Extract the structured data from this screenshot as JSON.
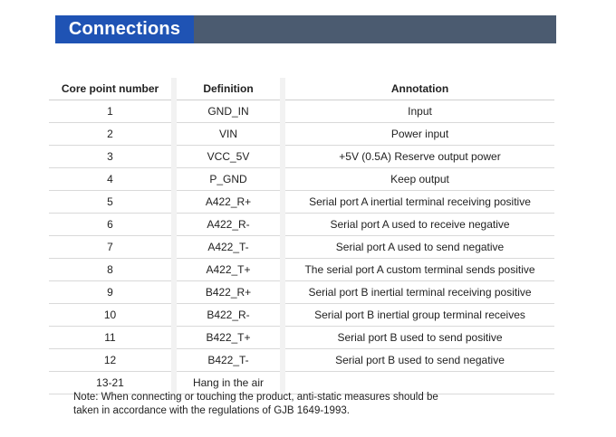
{
  "header": {
    "title": "Connections"
  },
  "table": {
    "columns": [
      "Core point number",
      "Definition",
      "Annotation"
    ],
    "rows": [
      {
        "core": "1",
        "definition": "GND_IN",
        "annotation": "Input"
      },
      {
        "core": "2",
        "definition": "VIN",
        "annotation": "Power input"
      },
      {
        "core": "3",
        "definition": "VCC_5V",
        "annotation": "+5V (0.5A) Reserve output power"
      },
      {
        "core": "4",
        "definition": "P_GND",
        "annotation": "Keep output"
      },
      {
        "core": "5",
        "definition": "A422_R+",
        "annotation": "Serial port A inertial terminal receiving positive"
      },
      {
        "core": "6",
        "definition": "A422_R-",
        "annotation": "Serial port A used to receive negative"
      },
      {
        "core": "7",
        "definition": "A422_T-",
        "annotation": "Serial port A used to send negative"
      },
      {
        "core": "8",
        "definition": "A422_T+",
        "annotation": "The serial port A custom terminal sends positive"
      },
      {
        "core": "9",
        "definition": "B422_R+",
        "annotation": "Serial port B inertial terminal receiving positive"
      },
      {
        "core": "10",
        "definition": "B422_R-",
        "annotation": "Serial port B inertial group terminal receives"
      },
      {
        "core": "11",
        "definition": "B422_T+",
        "annotation": "Serial port B used to send positive"
      },
      {
        "core": "12",
        "definition": "B422_T-",
        "annotation": "Serial port B used to send negative"
      },
      {
        "core": "13-21",
        "definition": "Hang in the air",
        "annotation": ""
      }
    ]
  },
  "note": {
    "line1": "Note: When connecting or touching the product, anti-static measures should be",
    "line2": "taken in accordance with the regulations of GJB 1649-1993."
  },
  "colors": {
    "title_box": "#1f53b4",
    "header_band": "#4b5b70",
    "separator": "#f2f2f2"
  }
}
